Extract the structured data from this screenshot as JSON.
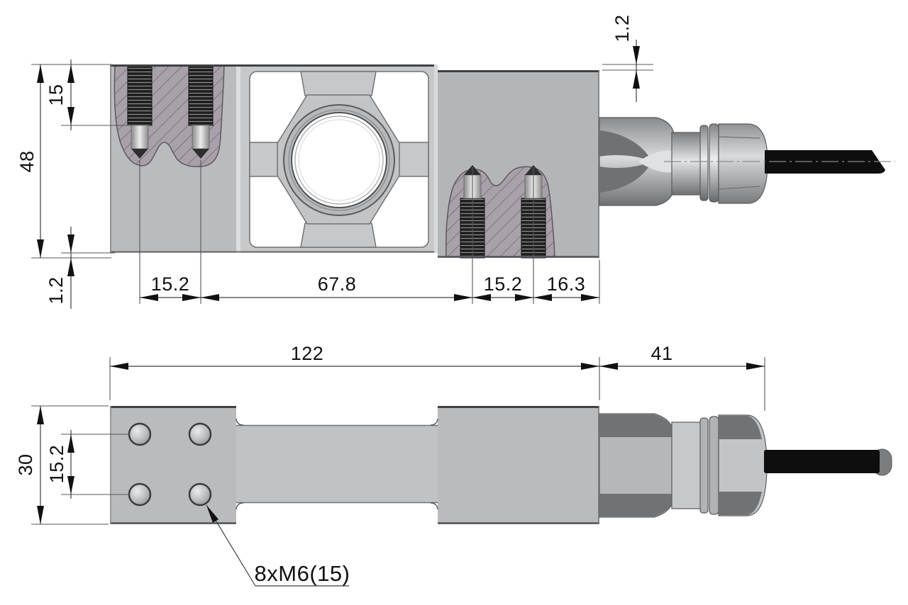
{
  "drawing": {
    "component": "single-point-load-cell-with-cable-gland",
    "views": {
      "top": "side-section-view",
      "bottom": "plan-view"
    }
  },
  "dimensions": {
    "side_view": {
      "overall_height": "48",
      "thread_depth": "15",
      "top_step": "1.2",
      "bottom_step": "1.2",
      "left_hole_pitch": "15.2",
      "center_section_length": "67.8",
      "right_hole_pitch": "15.2",
      "right_hole_to_edge": "16.3"
    },
    "plan_view": {
      "body_length": "122",
      "gland_length": "41",
      "body_width": "30",
      "hole_row_pitch": "15.2",
      "thread_callout": "8xM6(15)"
    }
  },
  "colors": {
    "background": "#ffffff",
    "body_gray": "#b9bbbd",
    "mid_section_gray": "#c6c8ca",
    "section_hatch": "#a9a1aa",
    "hatch_line": "#746a75",
    "cable_black": "#0e0e0e",
    "dimension_line": "#3c3e40",
    "text": "#111111"
  }
}
